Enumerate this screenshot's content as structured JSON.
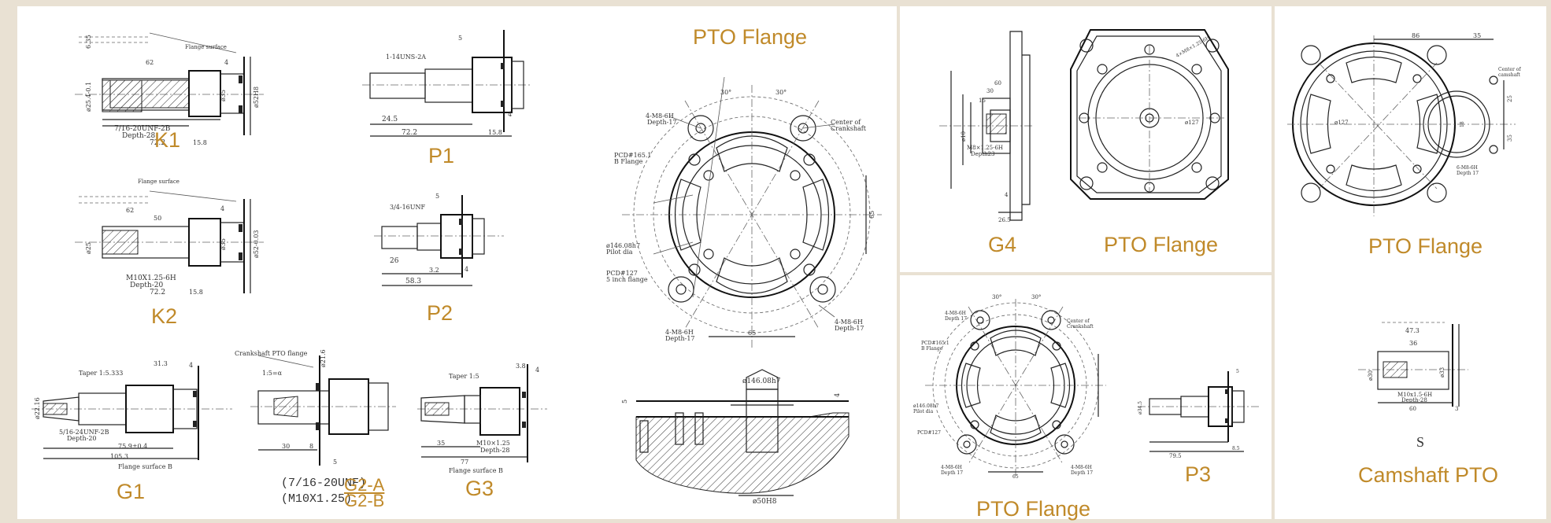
{
  "labels": {
    "k1": "K1",
    "p1": "P1",
    "k2": "K2",
    "p2": "P2",
    "g1": "G1",
    "g3": "G3",
    "pto_flange_title": "PTO Flange",
    "g4": "G4",
    "pto_flange_g4": "PTO Flange",
    "pto_flange_right": "PTO Flange",
    "pto_flange_bottom": "PTO Flange",
    "p3": "P3",
    "s": "S",
    "camshaft_pto": "Camshaft PTO",
    "g2a": "G2-A",
    "g2b": "G2-B",
    "g2_thread_a": "(7/16-20UNF)",
    "g2_thread_b": "(M10X1.25)"
  },
  "annotations": {
    "k1": {
      "flange_surface": "Flange surface",
      "d62": "62",
      "thread": "7/16-20UNF-2B",
      "depth": "Depth-28",
      "len": "72.2",
      "d158": "15.8",
      "d35": "ø35",
      "d52": "ø52H8",
      "d254": "ø25.4-0.1",
      "key": "6.35",
      "d4": "4"
    },
    "p1": {
      "thread": "1-14UNS-2A",
      "d245": "24.5",
      "d722": "72.2",
      "d158": "15.8",
      "d5": "5",
      "d4": "4"
    },
    "k2": {
      "flange_surface": "Flange surface",
      "d62": "62",
      "d50": "50",
      "thread": "M10X1.25-6H",
      "depth": "Depth-20",
      "len": "72.2",
      "d158": "15.8",
      "d35": "ø35",
      "d52": "ø52-0.03",
      "d25": "ø25",
      "d4": "4"
    },
    "p2": {
      "thread": "3/4-16UNF",
      "d26": "26",
      "d583": "58.3",
      "d32": "3.2",
      "d5": "5",
      "d4": "4"
    },
    "g1": {
      "taper": "Taper 1:5.333",
      "d313": "31.3",
      "thread": "5/16-24UNF-2B",
      "depth": "Depth-20",
      "d759": "75.9±0.4",
      "d1053": "105.3",
      "flange": "Flange surface B",
      "d2216": "ø22.16",
      "d4": "4"
    },
    "g2": {
      "crank": "Crankshaft PTO flange",
      "taper": "1:5=α",
      "d30": "30",
      "d8": "8",
      "d5": "5",
      "d216": "ø21.6"
    },
    "g3": {
      "taper": "Taper 1:5",
      "d38": "3.8",
      "thread": "M10×1.25",
      "depth": "Depth-28",
      "d35": "35",
      "d77": "77",
      "flange": "Flange surface B",
      "d4": "4"
    },
    "pto": {
      "a30l": "30°",
      "a30r": "30°",
      "hole_tl": "4-M8-6H",
      "depth_tl": "Depth-17",
      "center": "Center of",
      "crank": "Crankshaft",
      "pcd1": "PCD#165.1",
      "pcd1b": "B Flange",
      "pilot": "ø146.08h7",
      "pilotb": "Pilot dia",
      "pcd2": "PCD#127",
      "pcd2b": "5 inch flange",
      "hole_bl": "4-M8-6H",
      "depth_bl": "Depth-17",
      "hole_br": "4-M8-6H",
      "depth_br": "Depth-17",
      "d65": "65",
      "d65v": "65"
    },
    "sec": {
      "d5": "5",
      "pilot": "ø146.08h7",
      "d4": "4",
      "d50": "ø50H8"
    },
    "g4": {
      "d15": "15",
      "d30": "30",
      "d60": "60",
      "d10": "ø10",
      "thread": "M8×1.25-6H",
      "depth": "Depth23",
      "d4": "4",
      "d265": "26.5",
      "pitch": "4×M8×1.25-6H",
      "pcd": "ø127"
    },
    "s": {
      "d86": "86",
      "d35": "35",
      "center": "Center of",
      "cam": "camshaft",
      "d25": "25",
      "d35v": "35",
      "d180": "18",
      "thread": "6-M8-6H",
      "depth": "Depth 17",
      "pitch": "ø127"
    },
    "p3": {
      "d34": "ø34.5",
      "d79": "79.5",
      "d8": "8.5",
      "d5": "5"
    },
    "pto2": {
      "a30l": "30°",
      "a30r": "30°",
      "hole_tl": "4-M8-6H",
      "depth_tl": "Depth 17",
      "center": "Center of",
      "crank": "Crankshaft",
      "pcd1": "PCD#165.1",
      "pcd1b": "B Flange",
      "pilot": "ø146.08h7",
      "pilotb": "Pilot dia",
      "pcd2": "PCD#127",
      "hole_bl": "4-M8-6H",
      "depth_bl": "Depth 17",
      "hole_br": "4-M8-6H",
      "depth_br": "Depth 17",
      "d65": "65"
    },
    "cam": {
      "d47": "47.3",
      "d36": "36",
      "thread": "M10x1.5-6H",
      "depth": "Depth-28",
      "d60": "60",
      "d3": "3",
      "d30": "ø30",
      "d33": "ø33"
    }
  },
  "colors": {
    "label": "#c08a2a",
    "frame": "#e9e1d3",
    "panel": "#ffffff",
    "ink": "#222222"
  }
}
